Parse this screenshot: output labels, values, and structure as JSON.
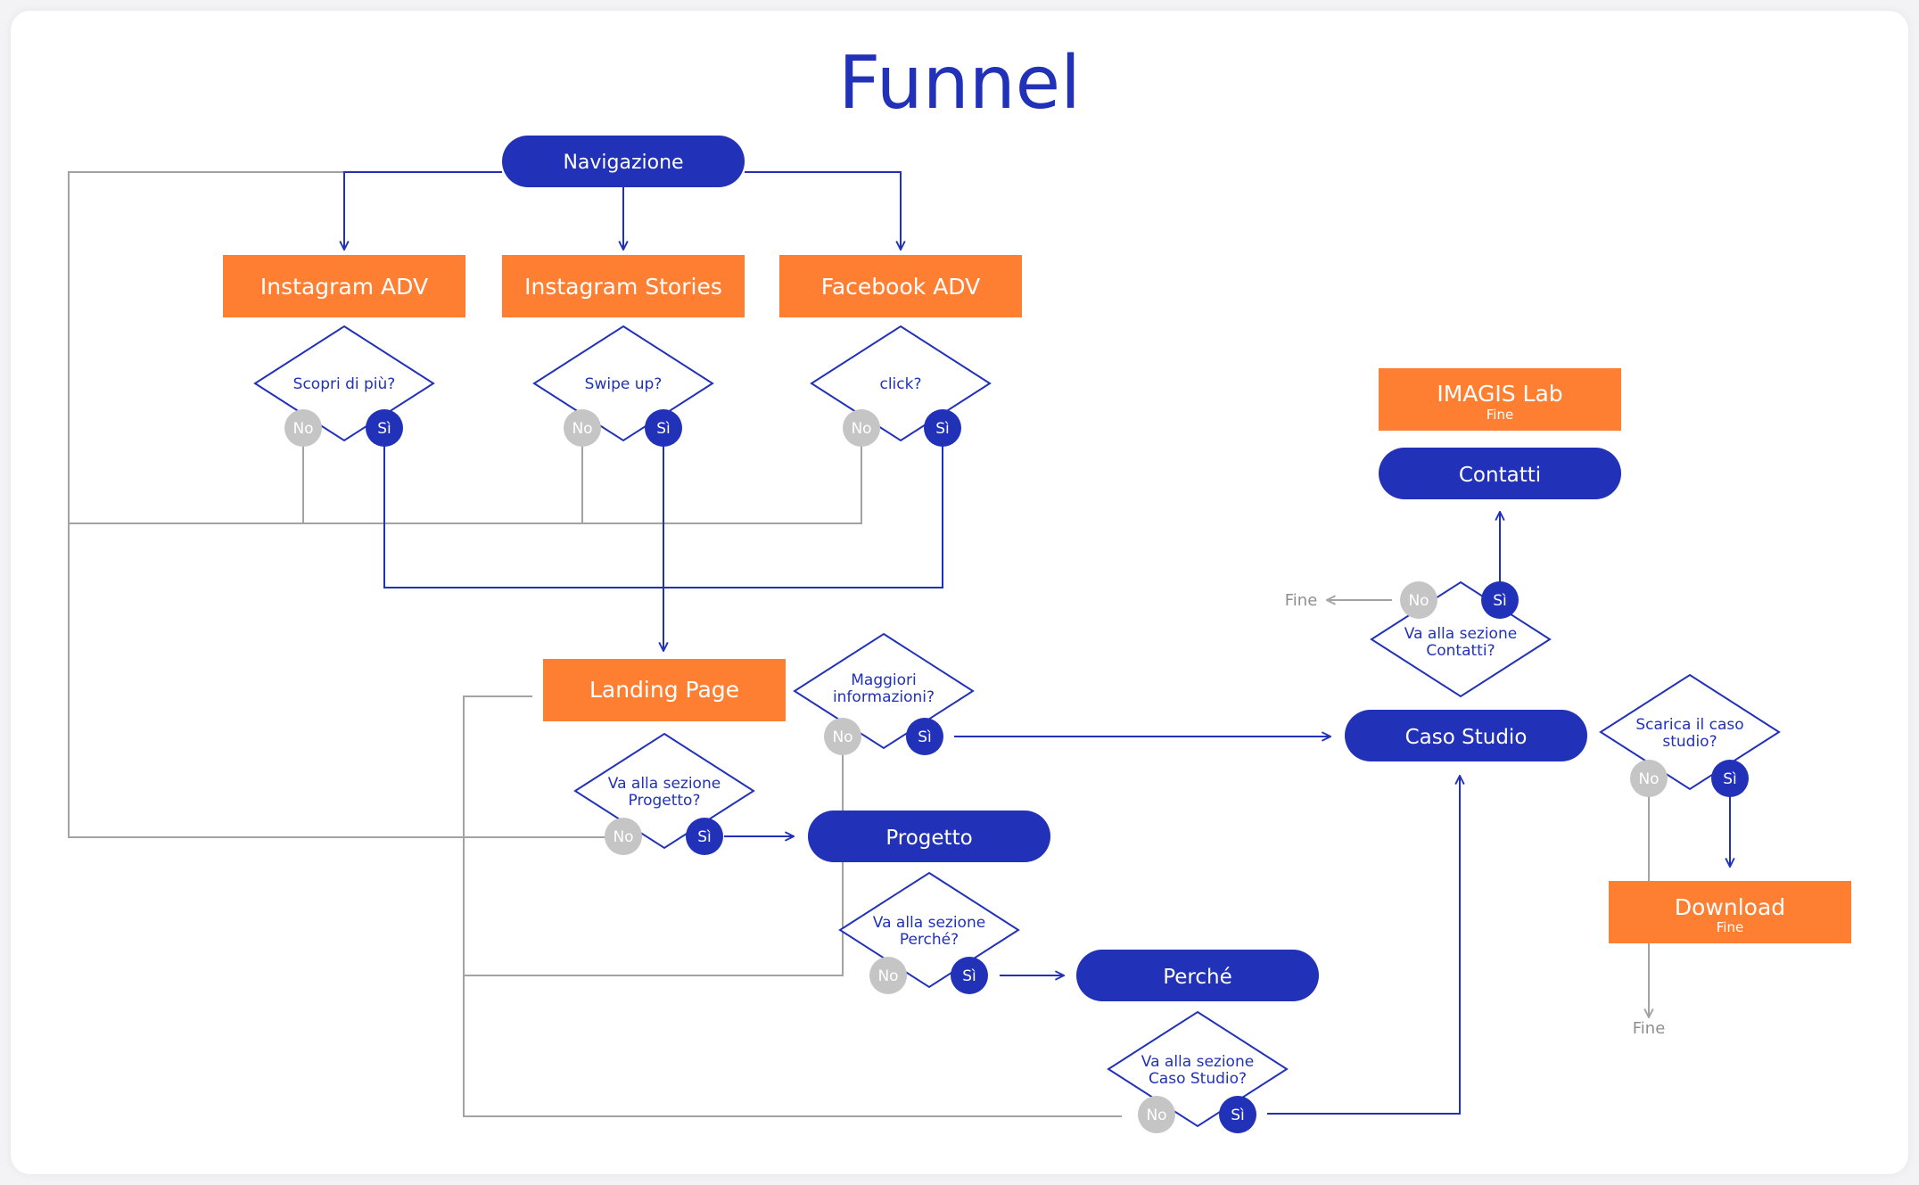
{
  "title": "Funnel",
  "colors": {
    "orange": "#ff7f32",
    "blue": "#2131b8",
    "grey_line": "#a3a3a3",
    "grey_circle": "#c5c5c5",
    "text_white": "#ffffff",
    "muted_text": "#8f8f8f"
  },
  "nodes": {
    "navigazione": "Navigazione",
    "instagram_adv": "Instagram ADV",
    "instagram_stories": "Instagram Stories",
    "facebook_adv": "Facebook ADV",
    "landing_page": "Landing Page",
    "progetto": "Progetto",
    "perche": "Perché",
    "caso_studio": "Caso Studio",
    "contatti": "Contatti",
    "imagis_lab": "IMAGIS Lab",
    "imagis_lab_sub": "Fine",
    "download": "Download",
    "download_sub": "Fine"
  },
  "decisions": {
    "scopri": "Scopri di più?",
    "swipe": "Swipe up?",
    "click": "click?",
    "maggiori_1": "Maggiori",
    "maggiori_2": "informazioni?",
    "progetto_1": "Va alla sezione",
    "progetto_2": "Progetto?",
    "perche_1": "Va alla sezione",
    "perche_2": "Perché?",
    "caso_1": "Va alla sezione",
    "caso_2": "Caso Studio?",
    "contatti_1": "Va alla sezione",
    "contatti_2": "Contatti?",
    "scarica_1": "Scarica il caso",
    "scarica_2": "studio?"
  },
  "answers": {
    "no": "No",
    "si": "Sì"
  },
  "end_labels": {
    "fine_contatti": "Fine",
    "fine_download": "Fine"
  }
}
